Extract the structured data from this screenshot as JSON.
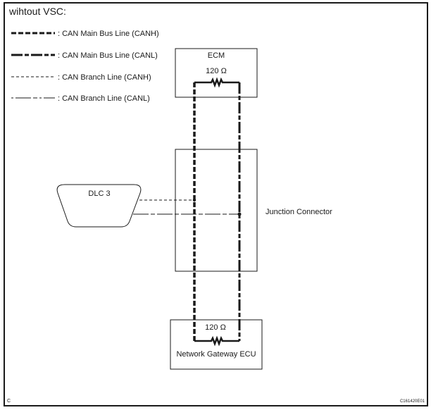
{
  "title": "wihtout VSC:",
  "legend": [
    {
      "style": "main-canh",
      "label": ": CAN Main Bus Line (CANH)"
    },
    {
      "style": "main-canl",
      "label": ": CAN Main Bus Line (CANL)"
    },
    {
      "style": "branch-canh",
      "label": ": CAN Branch Line (CANH)"
    },
    {
      "style": "branch-canl",
      "label": ": CAN Branch Line (CANL)"
    }
  ],
  "components": {
    "ecm": {
      "label": "ECM",
      "resistor": "120 Ω"
    },
    "junction": {
      "label": "Junction Connector"
    },
    "dlc": {
      "label": "DLC 3"
    },
    "gateway": {
      "label": "Network Gateway ECU",
      "resistor": "120 Ω"
    }
  },
  "footer": {
    "left": "C",
    "code": "C161420E01"
  },
  "colors": {
    "line": "#1a1a1a"
  }
}
